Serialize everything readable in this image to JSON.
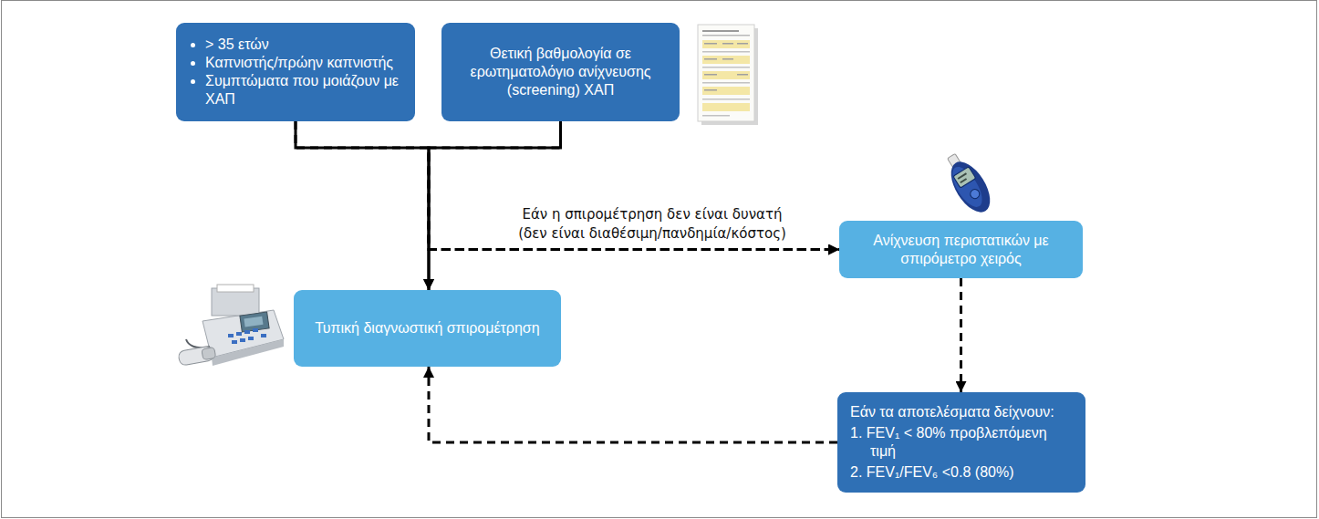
{
  "diagram": {
    "nodes": [
      {
        "text": [
          "> 35 ετών",
          "Καπνιστής/πρώην καπνιστής",
          "Συμπτώματα που μοιάζουν με ΧΑΠ"
        ]
      },
      {
        "text": [
          "Θετική βαθμολογία σε ερωτηματολόγιο ανίχνευσης (screening) ΧΑΠ"
        ]
      },
      {
        "text": [
          "Ανίχνευση περιστατικών με σπιρόμετρο χειρός"
        ]
      },
      {
        "text": [
          "Τυπική διαγνωστική σπιρομέτρηση"
        ]
      },
      {
        "text": [
          "Εάν τα αποτελέσματα δείχνουν:",
          "1. FEV₁ < 80% προβλεπόμενη τιμή",
          "2. FEV₁/FEV₆ <0.8 (80%)"
        ]
      }
    ],
    "edges": [
      {
        "from": 0,
        "to": 3,
        "arrow": "to"
      },
      {
        "from": 1,
        "to": 3,
        "arrow": "to"
      },
      {
        "from": 0,
        "to": 2,
        "arrow": "to",
        "label": "Εάν η σπιρομέτρηση δεν είναι δυνατή (δεν είναι διαθέσιμη/πανδημία/κόστος)"
      },
      {
        "from": 1,
        "to": 2,
        "arrow": "to"
      },
      {
        "from": 2,
        "to": 4,
        "arrow": "to"
      },
      {
        "from": 4,
        "to": 3,
        "arrow": "to"
      }
    ]
  }
}
